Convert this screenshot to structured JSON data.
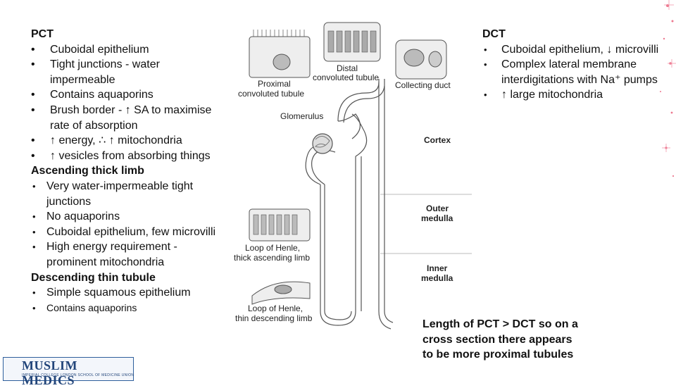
{
  "left": {
    "pct_title": "PCT",
    "pct_items": [
      "Cuboidal epithelium",
      "Tight junctions - water impermeable",
      "Contains aquaporins",
      "Brush border - ↑ SA to maximise rate of absorption",
      "↑ energy, ∴ ↑ mitochondria",
      "↑ vesicles from absorbing things"
    ],
    "atl_title": "Ascending thick limb",
    "atl_items": [
      "Very water-impermeable tight junctions",
      "No aquaporins",
      "Cuboidal epithelium, few microvilli",
      "High energy requirement - prominent mitochondria"
    ],
    "dtt_title": "Descending thin tubule",
    "dtt_items": [
      "Simple squamous epithelium",
      "Contains aquaporins"
    ]
  },
  "right": {
    "dct_title": "DCT",
    "dct_items": [
      "Cuboidal epithelium, ↓ microvilli",
      "Complex lateral membrane interdigitations with Na⁺ pumps",
      "↑ large mitochondria"
    ],
    "note": "Length of PCT > DCT so on a cross section there appears to be more proximal tubules"
  },
  "diagram": {
    "labels": {
      "distal": "Distal",
      "distal2": "convoluted tubule",
      "collecting": "Collecting duct",
      "proximal": "Proximal",
      "proximal2": "convoluted tubule",
      "glomerulus": "Glomerulus",
      "cortex": "Cortex",
      "outer": "Outer",
      "outer2": "medulla",
      "inner": "Inner",
      "inner2": "medulla",
      "loop_thick": "Loop of Henle,",
      "loop_thick2": "thick ascending limb",
      "loop_thin": "Loop of Henle,",
      "loop_thin2": "thin descending limb"
    }
  },
  "logo": {
    "main": "MUSLIM MEDICS",
    "sub": "IMPERIAL COLLEGE LONDON SCHOOL OF MEDICINE UNION"
  }
}
